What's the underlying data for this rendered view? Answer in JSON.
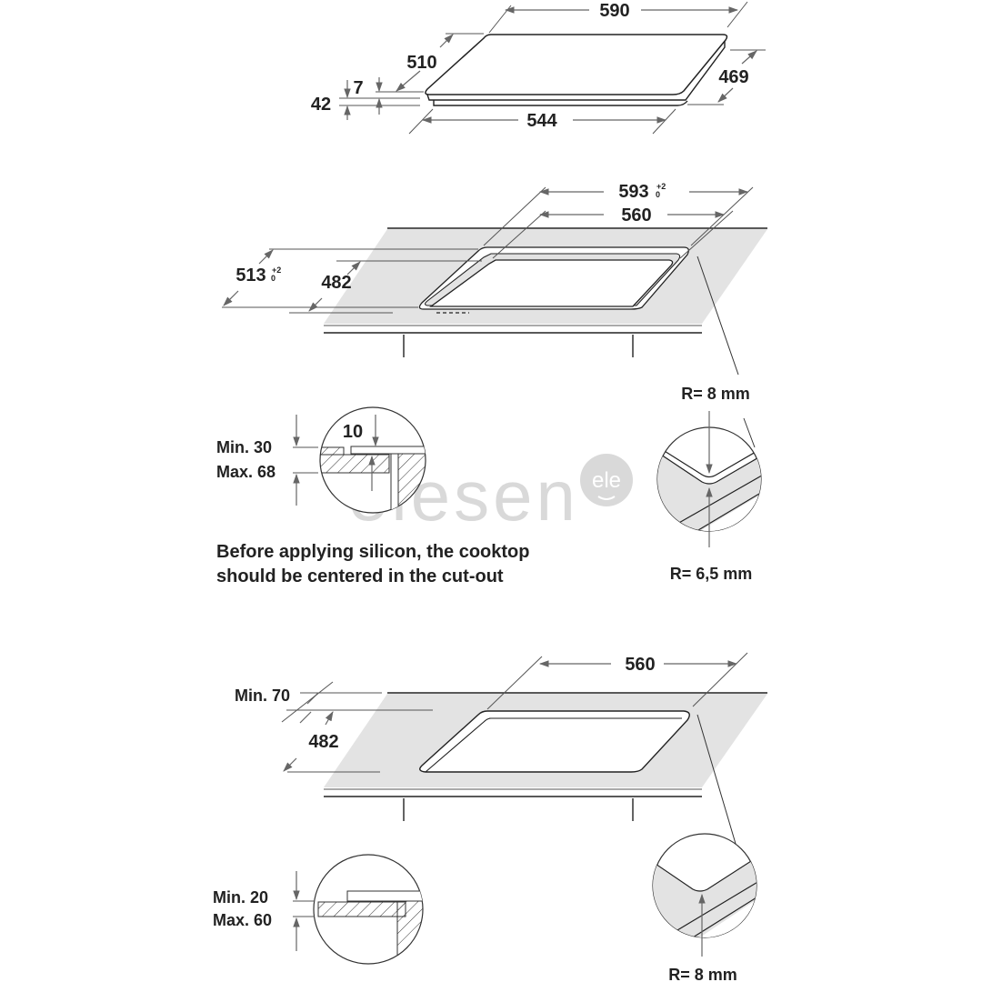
{
  "diagram": {
    "title": "Cooktop installation dimensions",
    "colors": {
      "line": "#222222",
      "dim_line": "#555555",
      "counter_fill": "#e3e3e3",
      "watermark": "#d9d9d9"
    },
    "cooktop_view": {
      "width_label": "590",
      "depth_label": "510",
      "bottom_width_label": "544",
      "bottom_depth_label": "469",
      "glass_thickness_label": "7",
      "total_height_label": "42"
    },
    "flush_cutout_view": {
      "outer_width_label": "593",
      "outer_width_tolerance_upper": "+2",
      "outer_width_tolerance_lower": "0",
      "inner_width_label": "560",
      "outer_depth_label": "513",
      "outer_depth_tolerance_upper": "+2",
      "outer_depth_tolerance_lower": "0",
      "inner_depth_label": "482"
    },
    "flush_detail": {
      "recess_label": "10",
      "worktop_min_label": "Min. 30",
      "worktop_max_label": "Max. 68",
      "corner_outer_radius_label": "R= 8 mm",
      "corner_inner_radius_label": "R= 6,5 mm"
    },
    "note": {
      "line1": "Before applying silicon, the cooktop",
      "line2": "should be centered in the cut-out"
    },
    "standard_cutout_view": {
      "width_label": "560",
      "depth_label": "482",
      "front_margin_label": "Min. 70"
    },
    "standard_detail": {
      "worktop_min_label": "Min. 20",
      "worktop_max_label": "Max. 60",
      "corner_radius_label": "R= 8 mm"
    },
    "watermark": {
      "text": "elesen",
      "badge_text": "ele"
    }
  }
}
